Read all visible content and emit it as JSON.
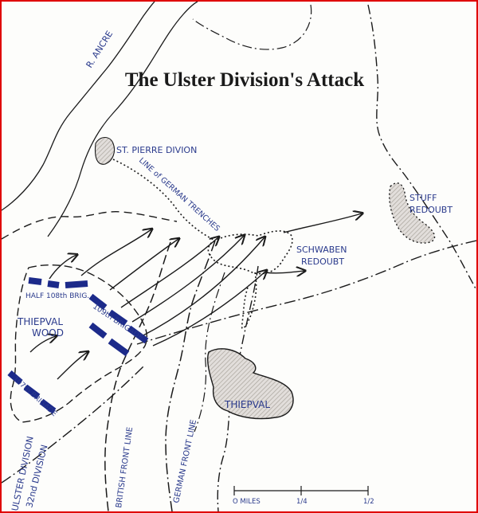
{
  "title": "The Ulster Division's Attack",
  "labels": {
    "river": "R. ANCRE",
    "st_pierre": "ST. PIERRE DIVION",
    "german_trenches": "LINE of GERMAN TRENCHES",
    "stuff_1": "STUFF",
    "stuff_2": "REDOUBT",
    "schwaben_1": "SCHWABEN",
    "schwaben_2": "REDOUBT",
    "thiepval": "THIEPVAL",
    "wood_1": "THIEPVAL",
    "wood_2": "WOOD",
    "half_108": "HALF 108th BRIG.",
    "brig_109": "109th BRIGADE",
    "brig_107": "107th BRIGADE",
    "ulster": "ULSTER DIVISION",
    "div_32": "32nd DIVISION",
    "british_front": "BRITISH FRONT LINE",
    "german_front": "GERMAN FRONT LINE"
  },
  "scale": {
    "t0": "O MILES",
    "t1": "1/4",
    "t2": "1/2"
  },
  "colors": {
    "ink": "#1a1a1a",
    "label_ink": "#2a3a8c",
    "brigade": "#1c2a8a",
    "frame": "#e00000",
    "hatch": "#c8c2b8"
  }
}
